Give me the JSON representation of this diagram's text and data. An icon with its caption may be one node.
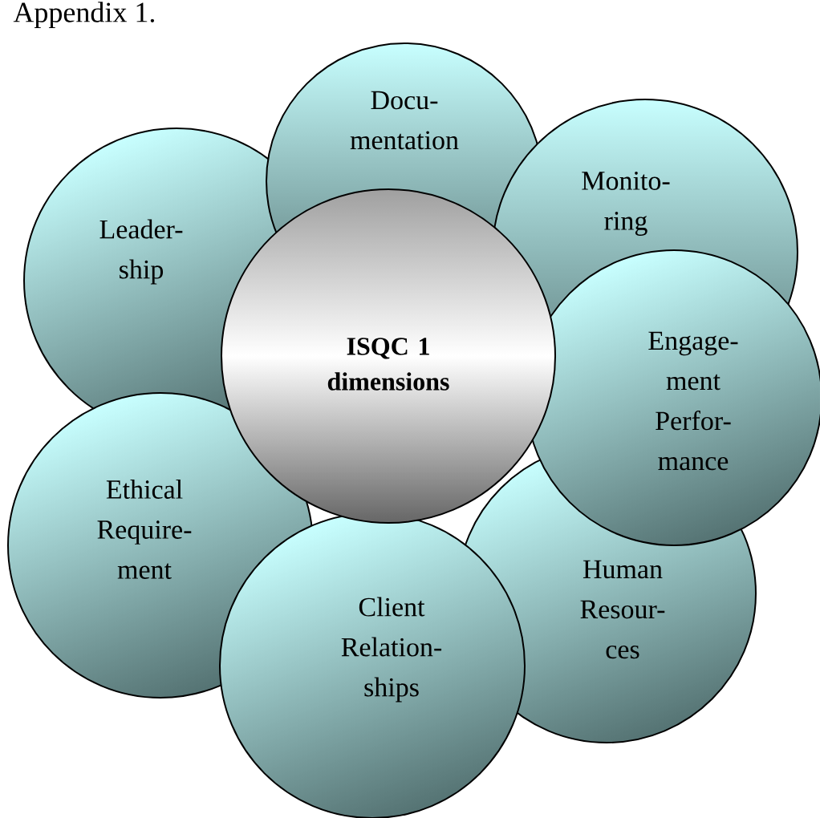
{
  "diagram": {
    "title": "Appendix 1.",
    "nodes": [
      {
        "text": [
          "ISQC 1 dimensions"
        ]
      },
      {
        "text": [
          "Docu- mentation"
        ]
      },
      {
        "text": [
          "Monito- ring"
        ]
      },
      {
        "text": [
          "Engage- ment Perfor- mance"
        ]
      },
      {
        "text": [
          "Human Resour- ces"
        ]
      },
      {
        "text": [
          "Client Relation- ships"
        ]
      },
      {
        "text": [
          "Ethical Require- ment"
        ]
      },
      {
        "text": [
          "Leader- ship"
        ]
      }
    ]
  }
}
